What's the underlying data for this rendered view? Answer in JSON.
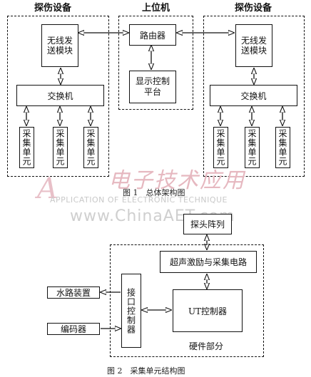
{
  "fig1": {
    "left_group_title": "探伤设备",
    "center_group_title": "上位机",
    "right_group_title": "探伤设备",
    "left_wireless": "无线发送模块",
    "right_wireless": "无线发送模块",
    "router": "路由器",
    "display": "显示控制平台",
    "left_switch": "交换机",
    "right_switch": "交换机",
    "collect_unit": "采集单元",
    "caption": "图 1　总体架构图"
  },
  "fig2": {
    "probe_array": "探头阵列",
    "ultrasound": "超声激励与采集电路",
    "interface_ctrl": "接口控制器",
    "ut_ctrl": "UT控制器",
    "water": "水路装置",
    "encoder": "编码器",
    "hardware": "硬件部分",
    "caption": "图 2　采集单元结构图"
  },
  "watermark": {
    "line1": "电子技术应用",
    "line2": "APPLICATION OF ELECTRONIC TECHNIQUE",
    "line3": "www.ChinaAET.com"
  }
}
